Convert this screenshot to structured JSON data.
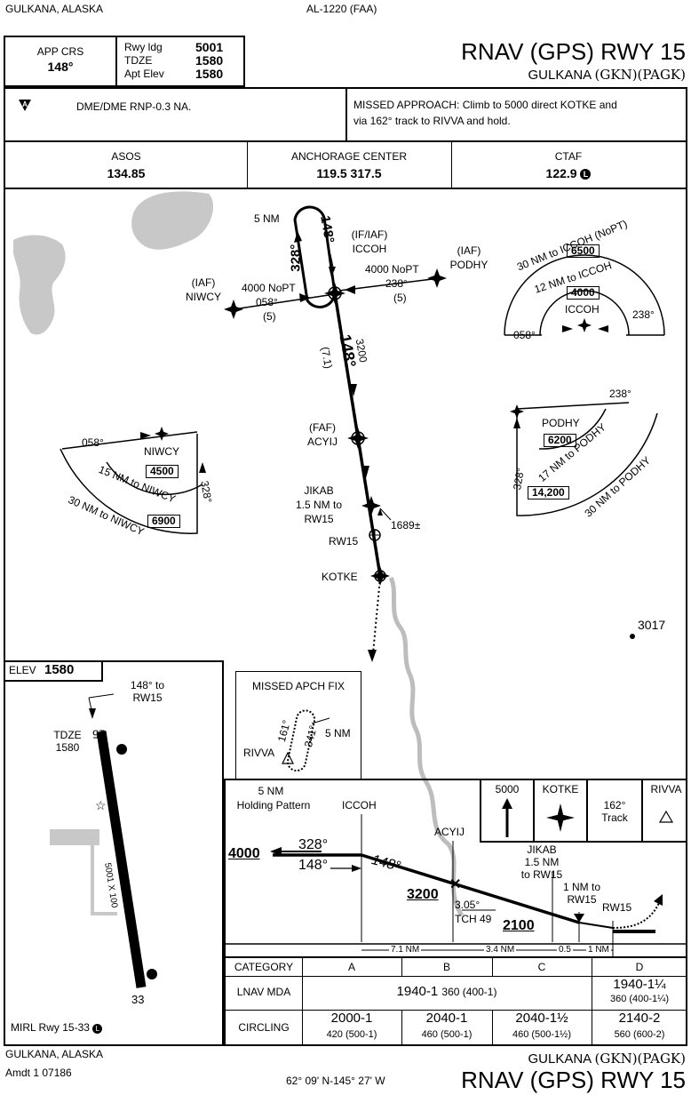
{
  "header": {
    "location": "GULKANA, ALASKA",
    "chart_id": "AL-1220 (FAA)",
    "app_crs_label": "APP CRS",
    "app_crs_value": "148°",
    "rwy_ldg_label": "Rwy ldg",
    "rwy_ldg_value": "5001",
    "tdze_label": "TDZE",
    "tdze_value": "1580",
    "apt_elev_label": "Apt Elev",
    "apt_elev_value": "1580",
    "title": "RNAV (GPS) RWY 15",
    "airport": "GULKANA",
    "airport_ids": "(GKN)(PAGK)"
  },
  "notes": {
    "restriction_icon": "alternate-minimums-triangle-icon",
    "restriction": "DME/DME RNP-0.3  NA.",
    "missed_approach_line1": "MISSED APPROACH:  Climb to 5000 direct KOTKE and",
    "missed_approach_line2": "via 162° track to RIVVA and hold."
  },
  "comms": {
    "asos_label": "ASOS",
    "asos_freq": "134.85",
    "center_label": "ANCHORAGE CENTER",
    "center_freq": "119.5  317.5",
    "ctaf_label": "CTAF",
    "ctaf_freq": "122.9"
  },
  "plan": {
    "hold_dist": "5 NM",
    "hold_inbound": "148°",
    "hold_outbound": "328°",
    "iccoh_role": "(IF/IAF)",
    "iccoh_name": "ICCOH",
    "podhy_role": "(IAF)",
    "podhy_name": "PODHY",
    "podhy_leg_alt": "4000 NoPT",
    "podhy_leg_crs": "238°",
    "podhy_leg_dist": "(5)",
    "niwcy_role": "(IAF)",
    "niwcy_name": "NIWCY",
    "niwcy_leg_alt": "4000 NoPT",
    "niwcy_leg_crs": "058°",
    "niwcy_leg_dist": "(5)",
    "final_crs": "148°",
    "final_dist": "(7.1)",
    "final_alt": "3200",
    "acyij_role": "(FAF)",
    "acyij_name": "ACYIJ",
    "jikab_name": "JIKAB",
    "jikab_dist1": "1.5 NM to",
    "jikab_dist2": "RW15",
    "obstacle": "1689±",
    "rw15": "RW15",
    "kotke": "KOTKE",
    "spot_elev": "3017"
  },
  "taa_iccoh": {
    "outer_label": "30 NM to ICCOH (NoPT)",
    "outer_alt": "6500",
    "inner_label": "12 NM to ICCOH",
    "inner_alt": "4000",
    "fix": "ICCOH",
    "left_brg": "058°",
    "right_brg": "238°"
  },
  "taa_podhy": {
    "fix": "PODHY",
    "top_brg": "238°",
    "left_brg": "328°",
    "inner_label": "17 NM to PODHY",
    "inner_alt": "6200",
    "outer_label": "30 NM to PODHY",
    "outer_alt": "14,200"
  },
  "taa_niwcy": {
    "fix": "NIWCY",
    "top_brg": "058°",
    "right_brg": "328°",
    "inner_alt": "4500",
    "inner_label": "15 NM to NIWCY",
    "outer_label": "30 NM to NIWCY",
    "outer_alt": "6900"
  },
  "airport_diagram": {
    "elev_label": "ELEV",
    "elev_value": "1580",
    "crs_label1": "148° to",
    "crs_label2": "RW15",
    "tdze_label": "TDZE",
    "tdze_value": "1580",
    "rwy_top": "15",
    "rwy_bottom": "33",
    "rwy_dims": "5001 X 100",
    "lighting": "MIRL Rwy 15-33"
  },
  "missed_fix": {
    "title": "MISSED APCH FIX",
    "dist": "5 NM",
    "out_crs": "341°",
    "in_crs": "161°",
    "fix": "RIVVA"
  },
  "profile": {
    "hold_label1": "5 NM",
    "hold_label2": "Holding Pattern",
    "iccoh": "ICCOH",
    "acyij": "ACYIJ",
    "alt_4000": "4000",
    "crs_out": "328°",
    "crs_in": "148°",
    "final_crs": "148°",
    "alt_3200": "3200",
    "gs_angle": "3.05°",
    "tch": "TCH 49",
    "alt_2100": "2100",
    "jikab1": "JIKAB",
    "jikab2": "1.5 NM",
    "jikab3": "to RW15",
    "nm1_1": "1 NM to",
    "nm1_2": "RW15",
    "rw15": "RW15",
    "seg1": "7.1 NM",
    "seg2": "3.4 NM",
    "seg3": "0.5",
    "seg4": "1 NM",
    "ma_alt": "5000",
    "ma_fix": "KOTKE",
    "ma_track1": "162°",
    "ma_track2": "Track",
    "ma_hold": "RIVVA"
  },
  "minimums": {
    "category_label": "CATEGORY",
    "cats": [
      "A",
      "B",
      "C",
      "D"
    ],
    "lnav_label": "LNAV  MDA",
    "lnav_abc_main": "1940-1",
    "lnav_abc_sub": "360 (400-1)",
    "lnav_d_main": "1940-1¼",
    "lnav_d_sub": "360 (400-1¼)",
    "circling_label": "CIRCLING",
    "circling": [
      {
        "main": "2000-1",
        "sub": "420 (500-1)"
      },
      {
        "main": "2040-1",
        "sub": "460 (500-1)"
      },
      {
        "main": "2040-1½",
        "sub": "460 (500-1½)"
      },
      {
        "main": "2140-2",
        "sub": "560 (600-2)"
      }
    ]
  },
  "footer": {
    "location": "GULKANA, ALASKA",
    "amendment": "Amdt 1  07186",
    "coords": "62° 09' N-145° 27' W",
    "airport": "GULKANA",
    "airport_ids": "(GKN)(PAGK)",
    "title": "RNAV (GPS) RWY 15"
  }
}
